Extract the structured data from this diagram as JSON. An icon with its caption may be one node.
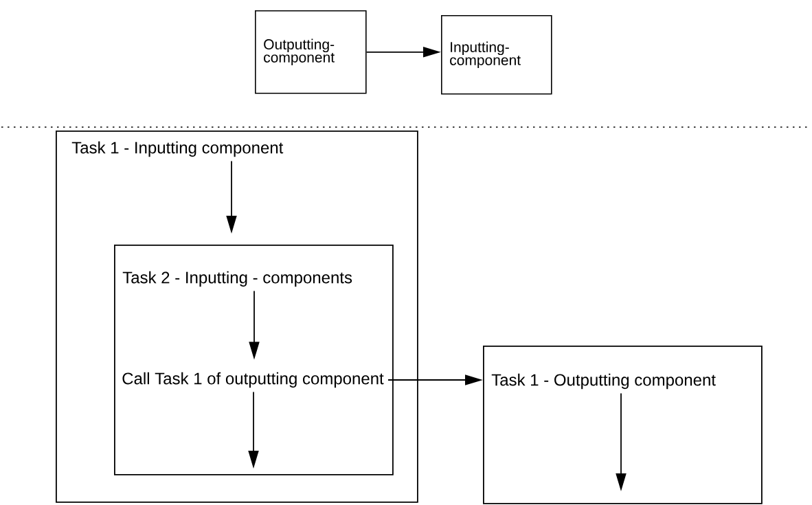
{
  "diagram": {
    "nodes": [
      {
        "text": [
          "Outputting- component"
        ]
      },
      {
        "text": [
          "Inputting- component"
        ]
      },
      {
        "text": [
          "Task 1 - Inputting component"
        ]
      },
      {
        "text": [
          "Task 2 - Inputting - components"
        ],
        "in": 2
      },
      {
        "text": [
          "Call Task 1 of outputting component"
        ],
        "in": 3
      },
      {
        "text": [
          "Task 1 - Outputting component"
        ]
      }
    ],
    "edges": [
      {
        "from": 0,
        "to": 1,
        "arrow": "to"
      },
      {
        "from": 2,
        "to": 3,
        "arrow": "to"
      },
      {
        "from": 3,
        "to": 4,
        "arrow": "to"
      },
      {
        "from": 4,
        "to": null,
        "arrow": "to"
      },
      {
        "from": 4,
        "to": 5,
        "arrow": "to"
      },
      {
        "from": 5,
        "to": null,
        "arrow": "to"
      }
    ]
  }
}
